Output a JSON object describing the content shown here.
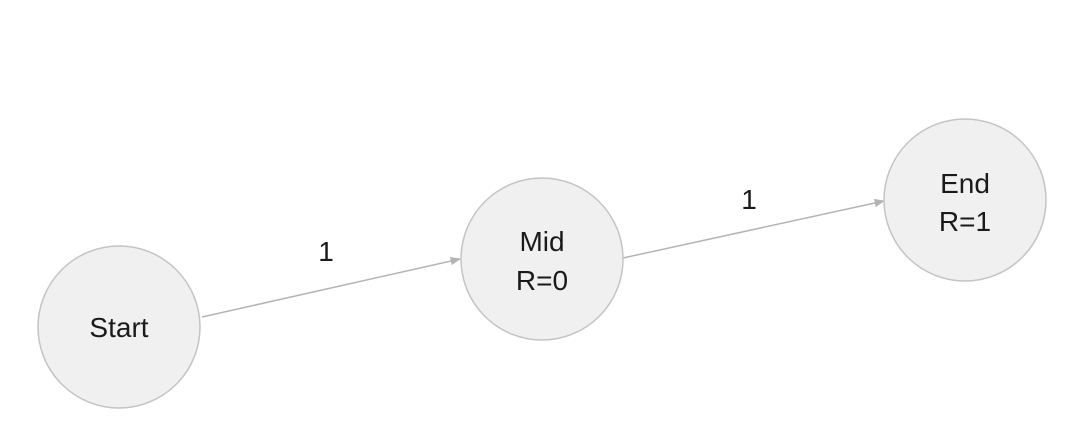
{
  "diagram": {
    "nodes": {
      "start": {
        "line1": "Start"
      },
      "mid": {
        "line1": "Mid",
        "line2": "R=0"
      },
      "end": {
        "line1": "End",
        "line2": "R=1"
      }
    },
    "edges": {
      "start_to_mid": {
        "label": "1"
      },
      "mid_to_end": {
        "label": "1"
      }
    },
    "colors": {
      "node_fill": "#f0f0f0",
      "node_stroke": "#c4c4c4",
      "edge": "#b4b4b4",
      "text": "#1a1a1a"
    }
  }
}
